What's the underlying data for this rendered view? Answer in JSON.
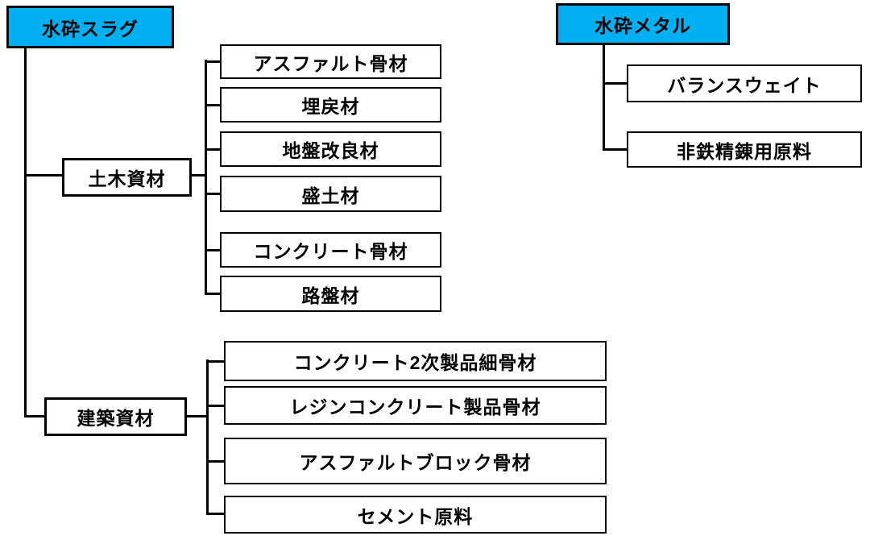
{
  "diagram": {
    "colors": {
      "root_fill": "#00B0F0",
      "line": "#000000",
      "child_fill": "#FFFFFF",
      "text": "#000000"
    },
    "trees": [
      {
        "root": "水砕スラグ",
        "groups": [
          {
            "parent": "土木資材",
            "children": [
              "アスファルト骨材",
              "埋戻材",
              "地盤改良材",
              "盛土材",
              "コンクリート骨材",
              "路盤材"
            ]
          },
          {
            "parent": "建築資材",
            "children": [
              "コンクリート2次製品細骨材",
              "レジンコンクリート製品骨材",
              "アスファルトブロック骨材",
              "セメント原料"
            ]
          }
        ]
      },
      {
        "root": "水砕メタル",
        "children": [
          "バランスウェイト",
          "非鉄精錬用原料"
        ]
      }
    ]
  }
}
